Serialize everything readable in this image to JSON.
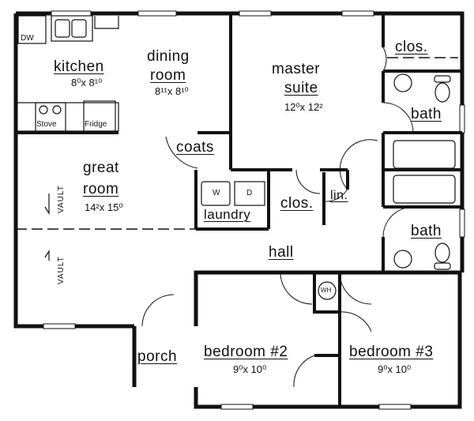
{
  "rooms": {
    "kitchen": {
      "name": "kitchen",
      "size": "8⁰x 8¹⁰"
    },
    "dining": {
      "name_line1": "dining",
      "name_line2": "room",
      "size": "8¹¹x 8¹⁰"
    },
    "master": {
      "name_line1": "master",
      "name_line2": "suite",
      "size": "12⁰x 12²"
    },
    "great": {
      "name_line1": "great",
      "name_line2": "room",
      "size": "14²x 15⁰"
    },
    "bedroom2": {
      "name": "bedroom #2",
      "size": "9⁰x 10⁰"
    },
    "bedroom3": {
      "name": "bedroom #3",
      "size": "9⁰x 10⁰"
    },
    "coats": "coats",
    "laundry": "laundry",
    "closet_master": "clos.",
    "closet_hall": "clos.",
    "linen": "lin.",
    "bath1": "bath",
    "bath2": "bath",
    "hall": "hall",
    "porch": "porch"
  },
  "fixtures": {
    "dishwasher": "DW",
    "stove": "Stove",
    "fridge": "Fridge",
    "washer": "W",
    "dryer": "D",
    "water_heater": "WH",
    "vault": "VAULT"
  }
}
